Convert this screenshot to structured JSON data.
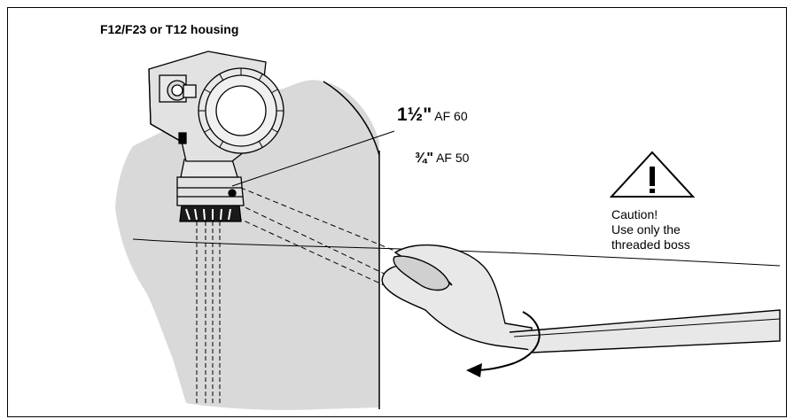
{
  "title": "F12/F23 or T12 housing",
  "dimensions": [
    {
      "size": "1½\"",
      "unit": "AF 60"
    },
    {
      "size": "¾\"",
      "unit": "AF 50"
    }
  ],
  "caution": {
    "lines": [
      "Caution!",
      "Use only the",
      "threaded boss"
    ],
    "symbol": "warning-triangle-icon"
  },
  "colors": {
    "tank_fill": "#d9d9d9",
    "housing_fill": "#e2e2e2",
    "line": "#000000"
  }
}
